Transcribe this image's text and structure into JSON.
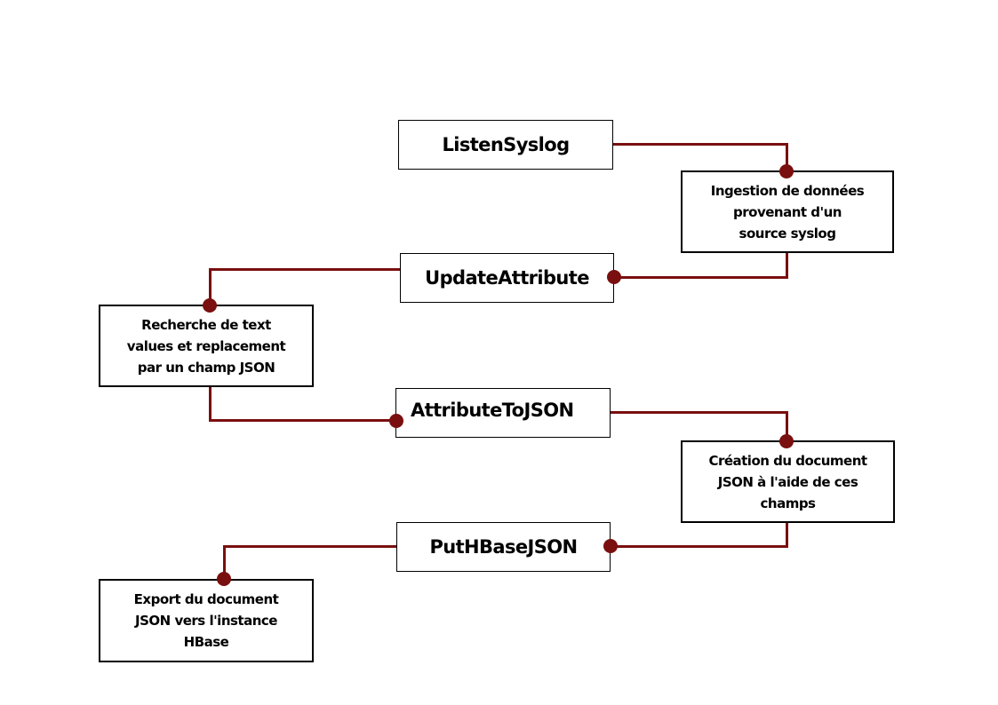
{
  "processors": [
    {
      "id": "listen",
      "label": "ListenSyslog"
    },
    {
      "id": "update",
      "label": "UpdateAttribute"
    },
    {
      "id": "attr2json",
      "label": "AttributeToJSON"
    },
    {
      "id": "puthbase",
      "label": "PutHBaseJSON"
    }
  ],
  "notes": [
    {
      "id": "ingest",
      "lines": [
        "Ingestion de données",
        "provenant d'un",
        "source syslog"
      ]
    },
    {
      "id": "search",
      "lines": [
        "Recherche de text",
        "values et replacement",
        "par un champ JSON"
      ]
    },
    {
      "id": "create",
      "lines": [
        "Création du document",
        "JSON à l'aide de ces",
        "champs"
      ]
    },
    {
      "id": "export",
      "lines": [
        "Export du document",
        "JSON vers l'instance",
        "HBase"
      ]
    }
  ],
  "colors": {
    "connector": "#7a0f0f",
    "border": "#000000",
    "text": "#000000"
  }
}
